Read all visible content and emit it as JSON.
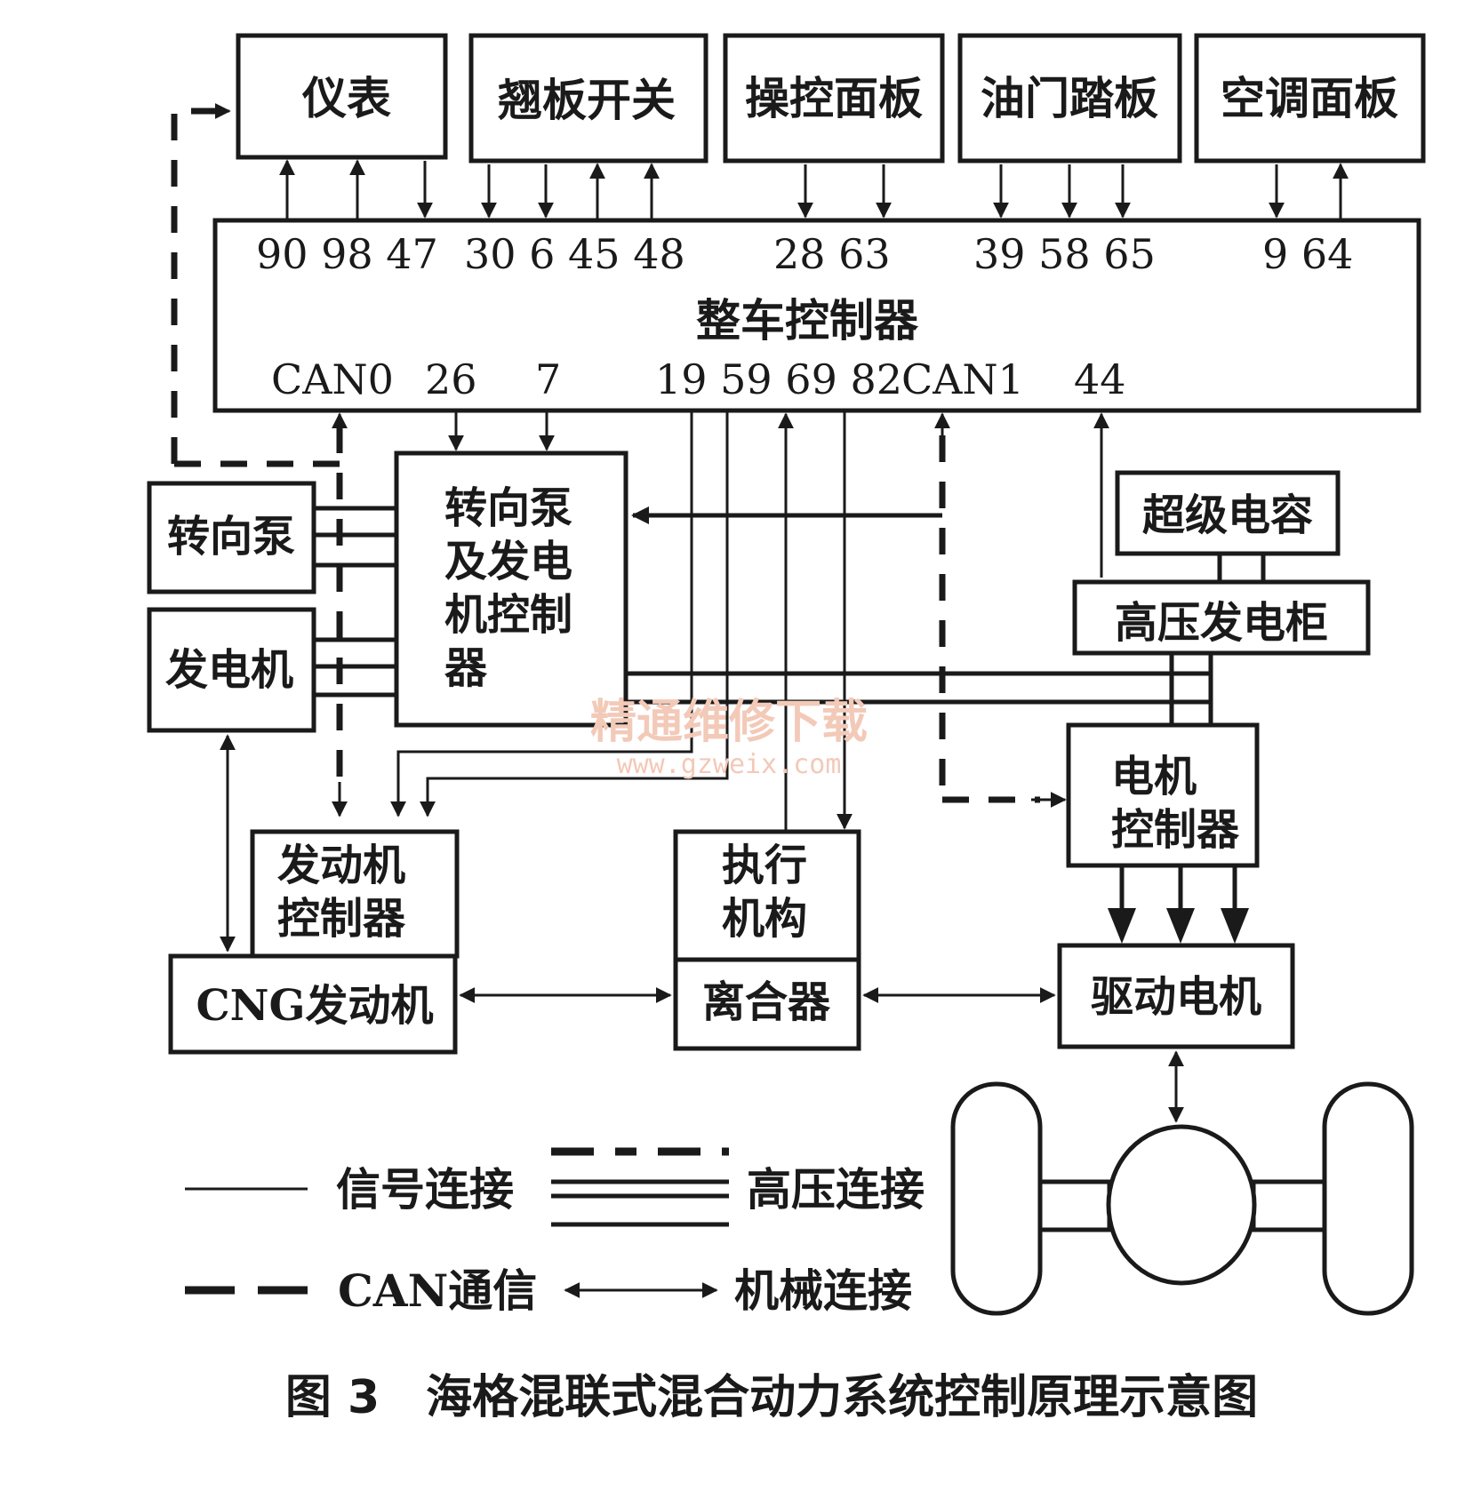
{
  "top_boxes": {
    "meter": "仪表",
    "flap_switch": "翘板开关",
    "control_panel": "操控面板",
    "throttle_pedal": "油门踏板",
    "ac_panel": "空调面板"
  },
  "vcu": {
    "title": "整车控制器",
    "pins_top": {
      "meter": "90 98 47",
      "flap": "30 6 45 48",
      "panel": "28 63",
      "throttle": "39 58 65",
      "ac": "9 64"
    },
    "pins_bottom": {
      "can0": "CAN0",
      "p26": "26",
      "p7": "7",
      "middle": "19 59 69 82",
      "can1": "CAN1",
      "p44": "44"
    }
  },
  "components": {
    "steering_pump": "转向泵",
    "generator": "发电机",
    "pump_gen_controller": [
      "转向泵",
      "及发电",
      "机控制",
      "器"
    ],
    "supercapacitor": "超级电容",
    "hv_cabinet": "高压发电柜",
    "motor_controller": [
      "电机",
      "控制器"
    ],
    "engine_controller": [
      "发动机",
      "控制器"
    ],
    "cng_engine": "CNG发动机",
    "actuator": [
      "执行",
      "机构"
    ],
    "clutch": "离合器",
    "drive_motor": "驱动电机"
  },
  "legend": {
    "signal": "信号连接",
    "high_voltage": "高压连接",
    "can": "CAN通信",
    "mechanical": "机械连接"
  },
  "watermark": {
    "line1": "精通维修下载",
    "line2": "www.gzweix.com"
  },
  "caption": "图 3　海格混联式混合动力系统控制原理示意图"
}
